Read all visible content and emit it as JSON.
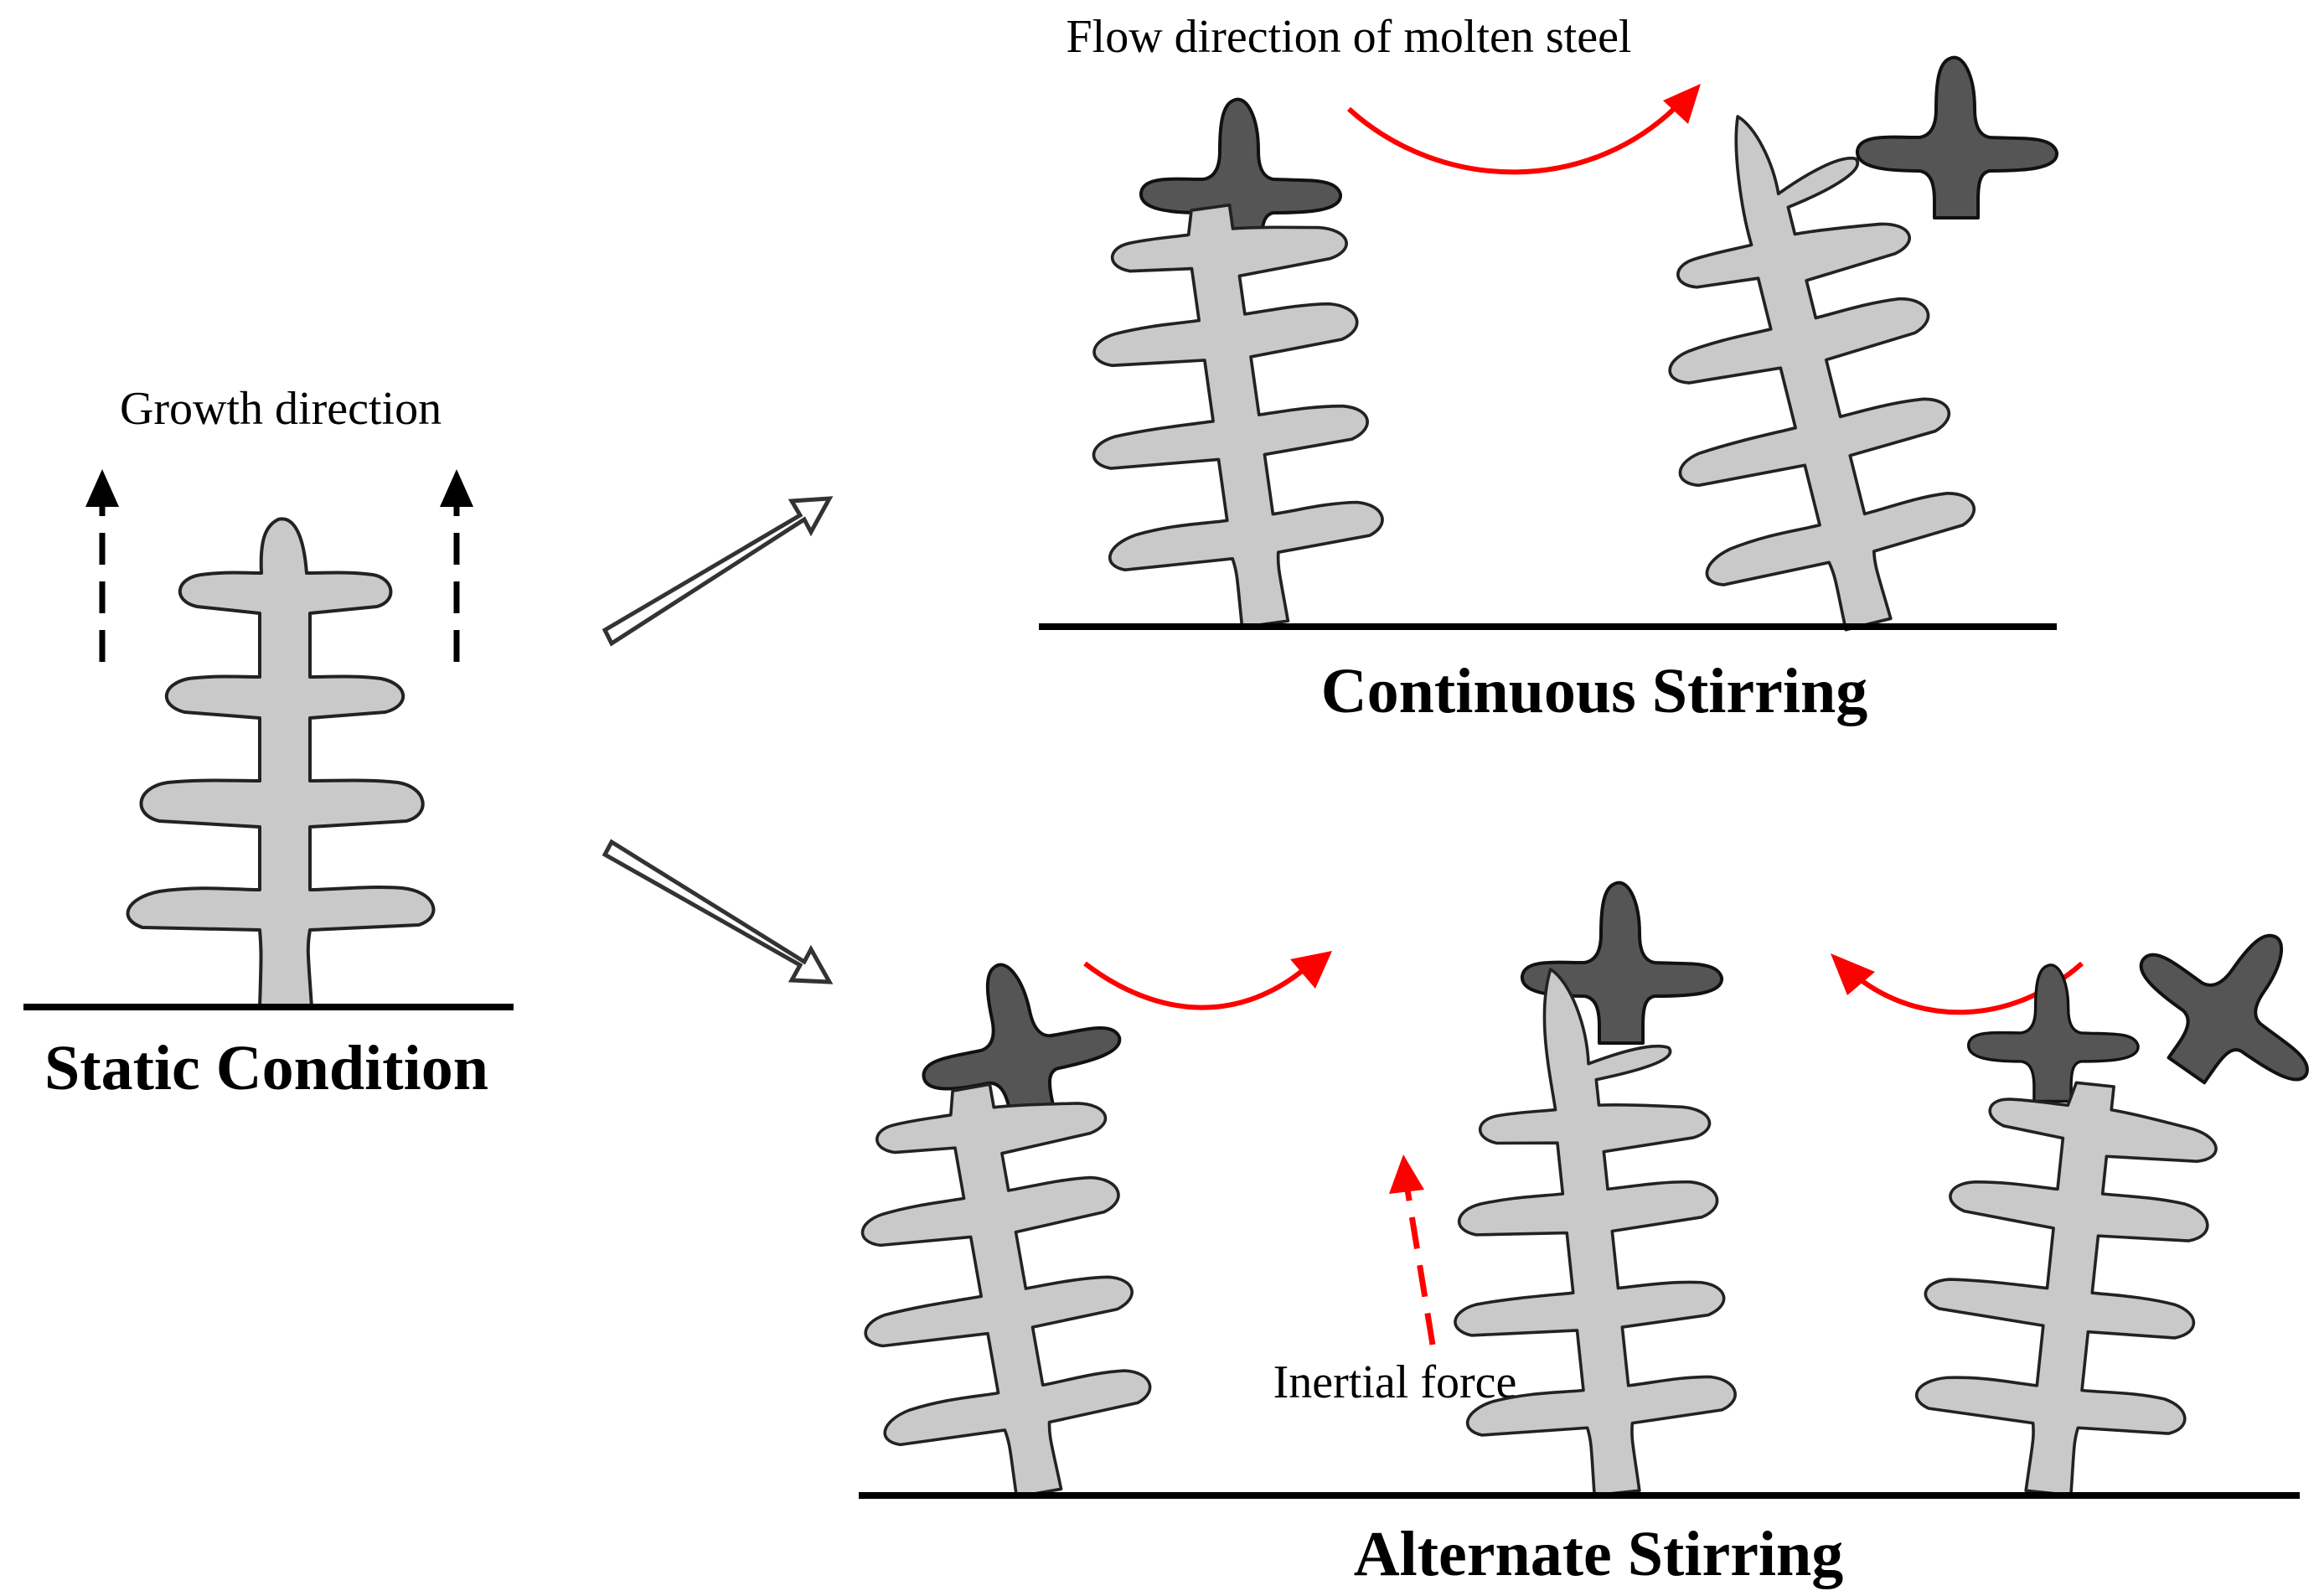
{
  "labels": {
    "growth_direction": "Growth direction",
    "static_condition": "Static Condition",
    "flow_direction": "Flow direction of molten steel",
    "continuous_stirring": "Continuous Stirring",
    "inertial_force": "Inertial force",
    "alternate_stirring": "Alternate Stirring"
  },
  "colors": {
    "dendrite_fill": "#c9c9c9",
    "fragment_fill": "#555555",
    "flow_arrow": "#ff0000",
    "growth_arrow": "#000000"
  }
}
